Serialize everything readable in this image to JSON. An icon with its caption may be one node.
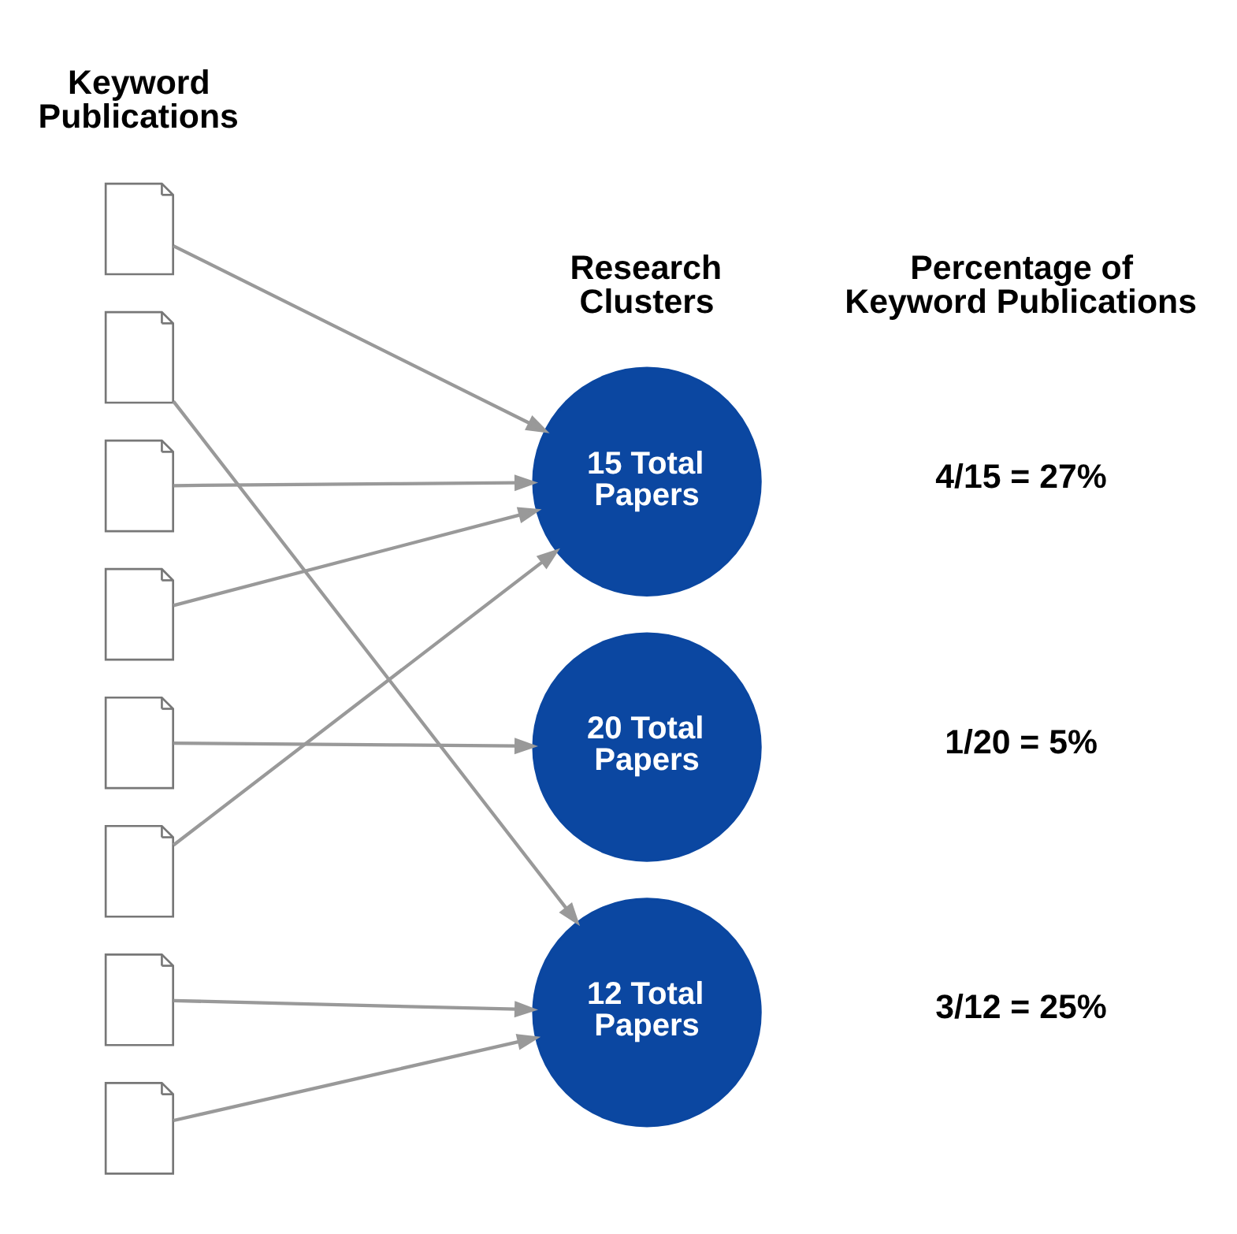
{
  "diagram": {
    "nodes": [
      {
        "text": [],
        "shape": "picture"
      },
      {
        "text": [],
        "shape": "picture"
      },
      {
        "text": [],
        "shape": "picture"
      },
      {
        "text": [],
        "shape": "picture"
      },
      {
        "text": [],
        "shape": "picture"
      },
      {
        "text": [],
        "shape": "picture"
      },
      {
        "text": [],
        "shape": "picture"
      },
      {
        "text": [],
        "shape": "picture"
      },
      {
        "text": [
          "15 Total Papers"
        ]
      },
      {
        "text": [
          "20 Total Papers"
        ]
      },
      {
        "text": [
          "12 Total Papers"
        ]
      }
    ],
    "edges": [
      {
        "from": 0,
        "to": 8,
        "arrow": "to"
      },
      {
        "from": 1,
        "to": 10,
        "arrow": "to"
      },
      {
        "from": 2,
        "to": 8,
        "arrow": "to"
      },
      {
        "from": 3,
        "to": 8,
        "arrow": "to"
      },
      {
        "from": 4,
        "to": 9,
        "arrow": "to"
      },
      {
        "from": 5,
        "to": 8,
        "arrow": "to"
      },
      {
        "from": 6,
        "to": 10,
        "arrow": "to"
      },
      {
        "from": 7,
        "to": 10,
        "arrow": "to"
      }
    ],
    "labels": [
      "Keyword Publications",
      "Research Clusters",
      "Percentage of Keyword Publications",
      "4/15 = 27%",
      "1/20 = 5%",
      "3/12 = 25%"
    ]
  }
}
